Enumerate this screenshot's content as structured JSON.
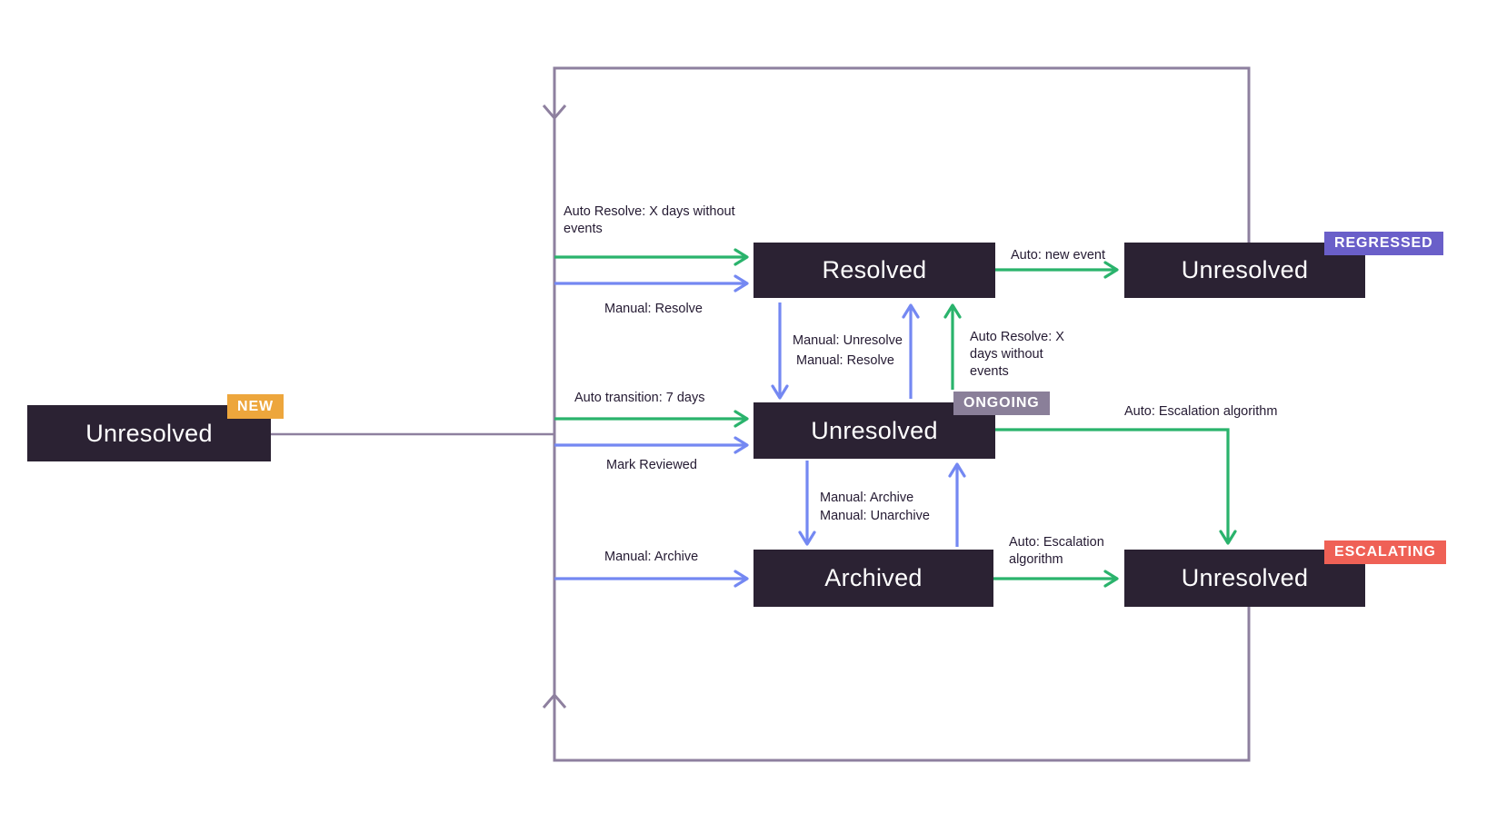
{
  "colors": {
    "box-bg": "#2b2233",
    "label-text": "#241a32",
    "auto-green": "#2ab36c",
    "manual-blue": "#7488f2",
    "loop-purple": "#8e809f",
    "badge-new": "#eda63c",
    "badge-ongoing": "#8a7f99",
    "badge-regressed": "#6a5fc9",
    "badge-escalating": "#ef6156"
  },
  "states": {
    "new": {
      "label": "Unresolved",
      "badge": "NEW"
    },
    "resolved": {
      "label": "Resolved"
    },
    "ongoing": {
      "label": "Unresolved",
      "badge": "ONGOING"
    },
    "archived": {
      "label": "Archived"
    },
    "regressed": {
      "label": "Unresolved",
      "badge": "REGRESSED"
    },
    "escalating": {
      "label": "Unresolved",
      "badge": "ESCALATING"
    }
  },
  "transitions": {
    "auto_resolve_to_resolved": "Auto Resolve: X days without events",
    "manual_resolve_to_resolved": "Manual: Resolve",
    "manual_unresolve": "Manual: Unresolve",
    "manual_resolve_between": "Manual: Resolve",
    "auto_resolve_from_ongoing": "Auto Resolve: X days without events",
    "auto_new_event": "Auto: new event",
    "auto_transition_7_days": "Auto transition: 7 days",
    "mark_reviewed": "Mark Reviewed",
    "manual_archive_between": "Manual: Archive",
    "manual_unarchive": "Manual: Unarchive",
    "manual_archive_to_archived": "Manual: Archive",
    "auto_escalation_from_ongoing": "Auto: Escalation algorithm",
    "auto_escalation_from_archived": "Auto: Escalation algorithm"
  }
}
